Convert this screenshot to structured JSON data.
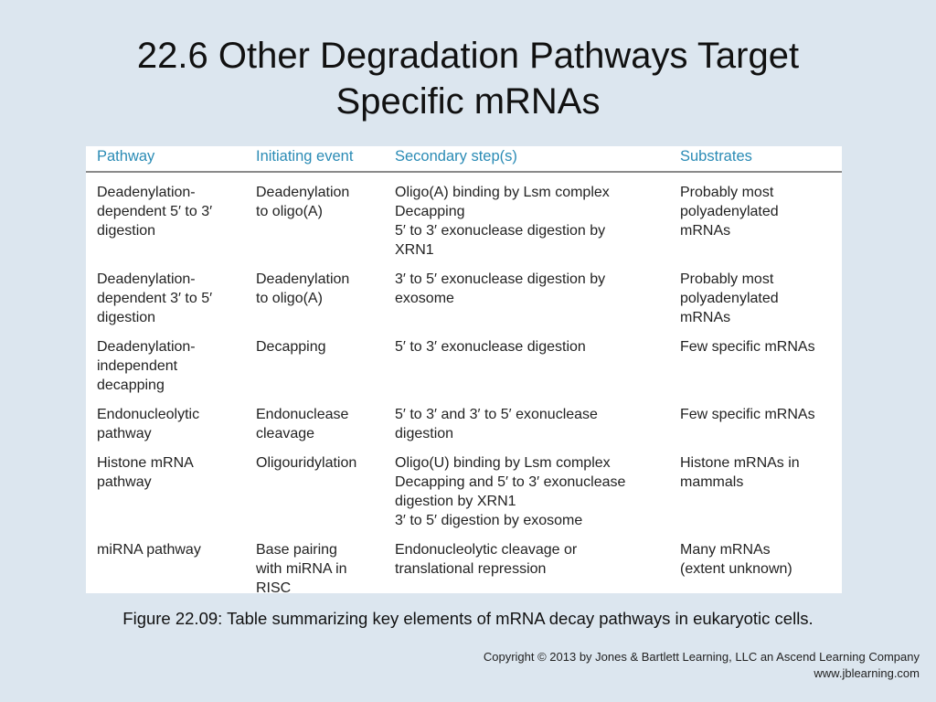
{
  "slide": {
    "title_line1": "22.6  Other Degradation Pathways Target",
    "title_line2": "Specific mRNAs",
    "caption": "Figure 22.09: Table summarizing key elements of mRNA decay pathways in eukaryotic cells.",
    "copyright_line1": "Copyright © 2013 by Jones & Bartlett Learning, LLC an Ascend Learning Company",
    "copyright_line2": "www.jblearning.com"
  },
  "table": {
    "headers": [
      "Pathway",
      "Initiating event",
      "Secondary step(s)",
      "Substrates"
    ],
    "rows": [
      [
        [
          "Deadenylation-",
          "dependent 5′ to 3′",
          "digestion"
        ],
        [
          "Deadenylation",
          "to oligo(A)"
        ],
        [
          "Oligo(A) binding by Lsm complex",
          "Decapping",
          "5′ to 3′ exonuclease digestion by",
          "XRN1"
        ],
        [
          "Probably most",
          "polyadenylated",
          "mRNAs"
        ]
      ],
      [
        [
          "Deadenylation-",
          "dependent 3′ to 5′",
          "digestion"
        ],
        [
          "Deadenylation",
          "to oligo(A)"
        ],
        [
          "3′ to 5′ exonuclease digestion by",
          "exosome"
        ],
        [
          "Probably most",
          "polyadenylated",
          "mRNAs"
        ]
      ],
      [
        [
          "Deadenylation-",
          "independent",
          "decapping"
        ],
        [
          "Decapping"
        ],
        [
          "5′ to 3′ exonuclease digestion"
        ],
        [
          "Few specific mRNAs"
        ]
      ],
      [
        [
          "Endonucleolytic",
          "pathway"
        ],
        [
          "Endonuclease",
          "cleavage"
        ],
        [
          "5′ to 3′ and 3′ to 5′ exonuclease",
          "digestion"
        ],
        [
          "Few specific mRNAs"
        ]
      ],
      [
        [
          "Histone mRNA",
          "pathway"
        ],
        [
          "Oligouridylation"
        ],
        [
          "Oligo(U) binding by Lsm complex",
          "Decapping and 5′ to 3′ exonuclease",
          "digestion by XRN1",
          "3′ to 5′ digestion by exosome"
        ],
        [
          "Histone mRNAs in",
          "mammals"
        ]
      ],
      [
        [
          "miRNA pathway"
        ],
        [
          "Base pairing",
          "with miRNA in",
          "RISC"
        ],
        [
          "Endonucleolytic cleavage or",
          "translational repression"
        ],
        [
          "Many mRNAs",
          "(extent unknown)"
        ]
      ]
    ]
  }
}
